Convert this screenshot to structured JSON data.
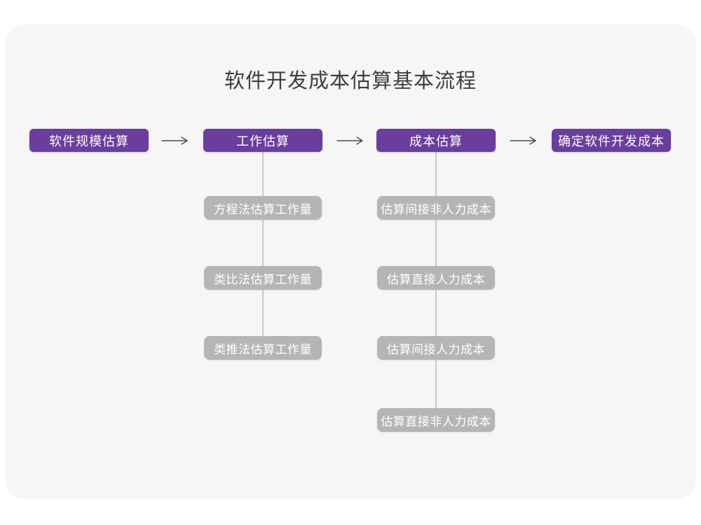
{
  "title": "软件开发成本估算基本流程",
  "colors": {
    "primary_box": "#6a3d9e",
    "secondary_box": "#b5b5b5",
    "connector_line": "#c9c9c9",
    "arrow": "#4a4a4a",
    "card_background": "#f6f6f7",
    "title_text": "#3e3e40",
    "box_text": "#ffffff"
  },
  "flow_steps": [
    {
      "label": "软件规模估算"
    },
    {
      "label": "工作估算"
    },
    {
      "label": "成本估算"
    },
    {
      "label": "确定软件开发成本"
    }
  ],
  "work_estimation_methods": [
    {
      "label": "方程法估算工作量"
    },
    {
      "label": "类比法估算工作量"
    },
    {
      "label": "类推法估算工作量"
    }
  ],
  "cost_estimation_steps": [
    {
      "label": "估算间接非人力成本"
    },
    {
      "label": "估算直接人力成本"
    },
    {
      "label": "估算间接人力成本"
    },
    {
      "label": "估算直接非人力成本"
    }
  ]
}
